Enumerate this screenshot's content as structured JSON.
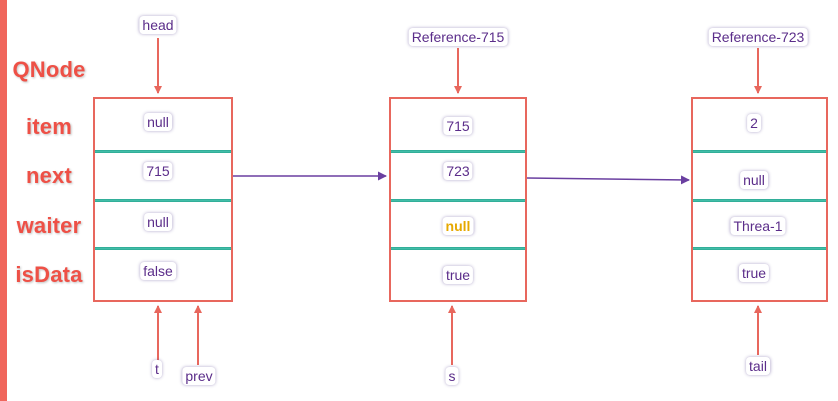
{
  "title": "QNode",
  "field_labels": [
    "item",
    "next",
    "waiter",
    "isData"
  ],
  "nodes": [
    {
      "header": "",
      "item": "null",
      "next": "715",
      "waiter": "null",
      "isData": "false"
    },
    {
      "header": "Reference-715",
      "item": "715",
      "next": "723",
      "waiter": "null",
      "isData": "true"
    },
    {
      "header": "Reference-723",
      "item": "2",
      "next": "null",
      "waiter": "Threa-1",
      "isData": "true"
    }
  ],
  "pointers": {
    "head": "head",
    "t": "t",
    "prev": "prev",
    "s": "s",
    "tail": "tail"
  },
  "colors": {
    "node_border": "#e8675d",
    "label": "#ee5046",
    "separator": "#27a58f",
    "value_text": "#5b2d8a",
    "highlight_value": "#e6a800",
    "link_arrow": "#6a3fa0",
    "pointer_arrow": "#e8675d"
  }
}
